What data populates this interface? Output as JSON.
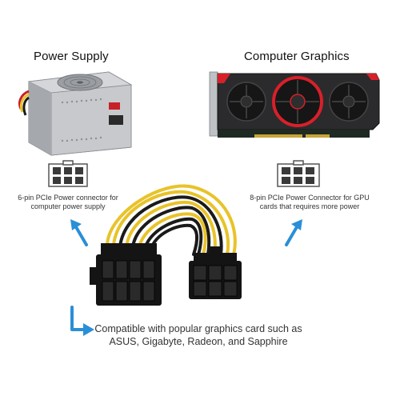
{
  "left": {
    "title": "Power Supply",
    "caption_line1": "6-pin PCIe Power connector for",
    "caption_line2": "computer power supply"
  },
  "right": {
    "title": "Computer Graphics",
    "caption_line1": "8-pin PCIe Power Connector for GPU",
    "caption_line2": "cards that requires more power"
  },
  "compat": {
    "line1": "Compatible with popular graphics card such as",
    "line2": "ASUS, Gigabyte, Radeon, and Sapphire"
  },
  "colors": {
    "arrow": "#2a8fd6",
    "wire_yellow": "#e8c32a",
    "wire_black": "#1a1a1a",
    "connector": "#141414",
    "gpu_accent": "#d8202a"
  }
}
